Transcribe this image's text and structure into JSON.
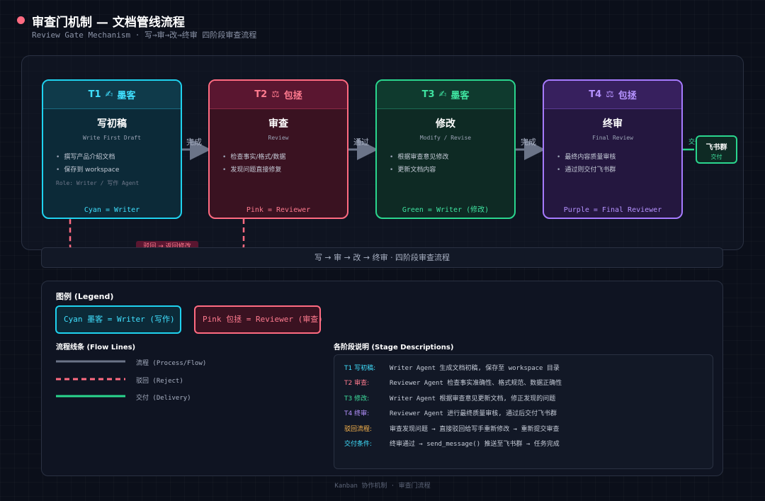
{
  "header": {
    "title": "审查门机制 — 文档管线流程",
    "subtitle": "Review Gate Mechanism · 写→审→改→终审 四阶段审查流程"
  },
  "stages": [
    {
      "tag": "T1",
      "role_icon": "✍",
      "agent": "墨客",
      "title": "写初稿",
      "title_en": "Write First Draft",
      "bullets": [
        "撰写产品介绍文档",
        "保存到 workspace"
      ],
      "role_note": "Role: Writer / 写作 Agent",
      "footer": "Cyan = Writer",
      "color": "#1fd2ef"
    },
    {
      "tag": "T2",
      "role_icon": "⚖",
      "agent": "包拯",
      "title": "审查",
      "title_en": "Review",
      "bullets": [
        "检查事实/格式/数据",
        "发现问题直接修复"
      ],
      "footer": "Pink = Reviewer",
      "color": "#ff6b81"
    },
    {
      "tag": "T3",
      "role_icon": "✍",
      "agent": "墨客",
      "title": "修改",
      "title_en": "Modify / Revise",
      "bullets": [
        "根据审查意见修改",
        "更新文档内容"
      ],
      "footer": "Green = Writer (修改)",
      "color": "#2ad68e"
    },
    {
      "tag": "T4",
      "role_icon": "⚖",
      "agent": "包拯",
      "title": "终审",
      "title_en": "Final Review",
      "bullets": [
        "最终内容质量审核",
        "通过则交付飞书群"
      ],
      "footer": "Purple = Final Reviewer",
      "color": "#a77bff"
    }
  ],
  "arrows": [
    "完成",
    "通过",
    "完成",
    "交付"
  ],
  "delivery": {
    "title": "飞书群",
    "sub": "交付"
  },
  "reject_tag": "驳回 → 返回修改",
  "summary_bar": "写 → 审 → 改 → 终审 · 四阶段审查流程",
  "legend": {
    "title": "图例 (Legend)",
    "cyan_chip": "Cyan 墨客 = Writer (写作)",
    "pink_chip": "Pink 包拯 = Reviewer (审查)",
    "flow_title": "流程线条 (Flow Lines)",
    "flow_lines": [
      {
        "label": "流程 (Process/Flow)",
        "color": "#6b7488",
        "style": "solid"
      },
      {
        "label": "驳回 (Reject)",
        "color": "#ff6b81",
        "style": "dashed"
      },
      {
        "label": "交付 (Delivery)",
        "color": "#2ad68e",
        "style": "solid"
      }
    ],
    "stage_title": "各阶段说明 (Stage Descriptions)",
    "stage_rows": [
      {
        "key": "T1 写初稿:",
        "value": "Writer Agent 生成文档初稿, 保存至 workspace 目录",
        "color": "#40e0ff"
      },
      {
        "key": "T2 审查:",
        "value": "Reviewer Agent 检查事实准确性、格式规范、数据正确性",
        "color": "#ff7b8f"
      },
      {
        "key": "T3 修改:",
        "value": "Writer Agent 根据审查意见更新文档, 修正发现的问题",
        "color": "#3fe3a0"
      },
      {
        "key": "T4 终审:",
        "value": "Reviewer Agent 进行最终质量审核, 通过后交付飞书群",
        "color": "#b592ff"
      },
      {
        "key": "驳回流程:",
        "value": "审查发现问题 → 直接驳回给写手重新修改 → 重新提交审查",
        "color": "#ffb84d"
      },
      {
        "key": "交付条件:",
        "value": "终审通过 → send_message() 推送至飞书群 → 任务完成",
        "color": "#40e0ff"
      }
    ]
  },
  "footer": "Kanban 协作机制 · 审查门流程"
}
